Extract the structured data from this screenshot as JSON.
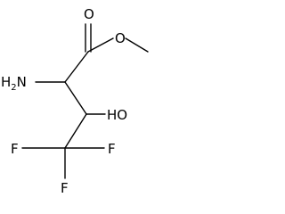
{
  "molecule": {
    "atoms": {
      "carbonyl_oxygen": "O",
      "ester_oxygen": "O",
      "amine": "H2N",
      "amine_main": "H",
      "amine_sub": "2",
      "amine_n": "N",
      "hydroxyl": "HO",
      "fluorine_left": "F",
      "fluorine_right": "F",
      "fluorine_bottom": "F"
    }
  }
}
